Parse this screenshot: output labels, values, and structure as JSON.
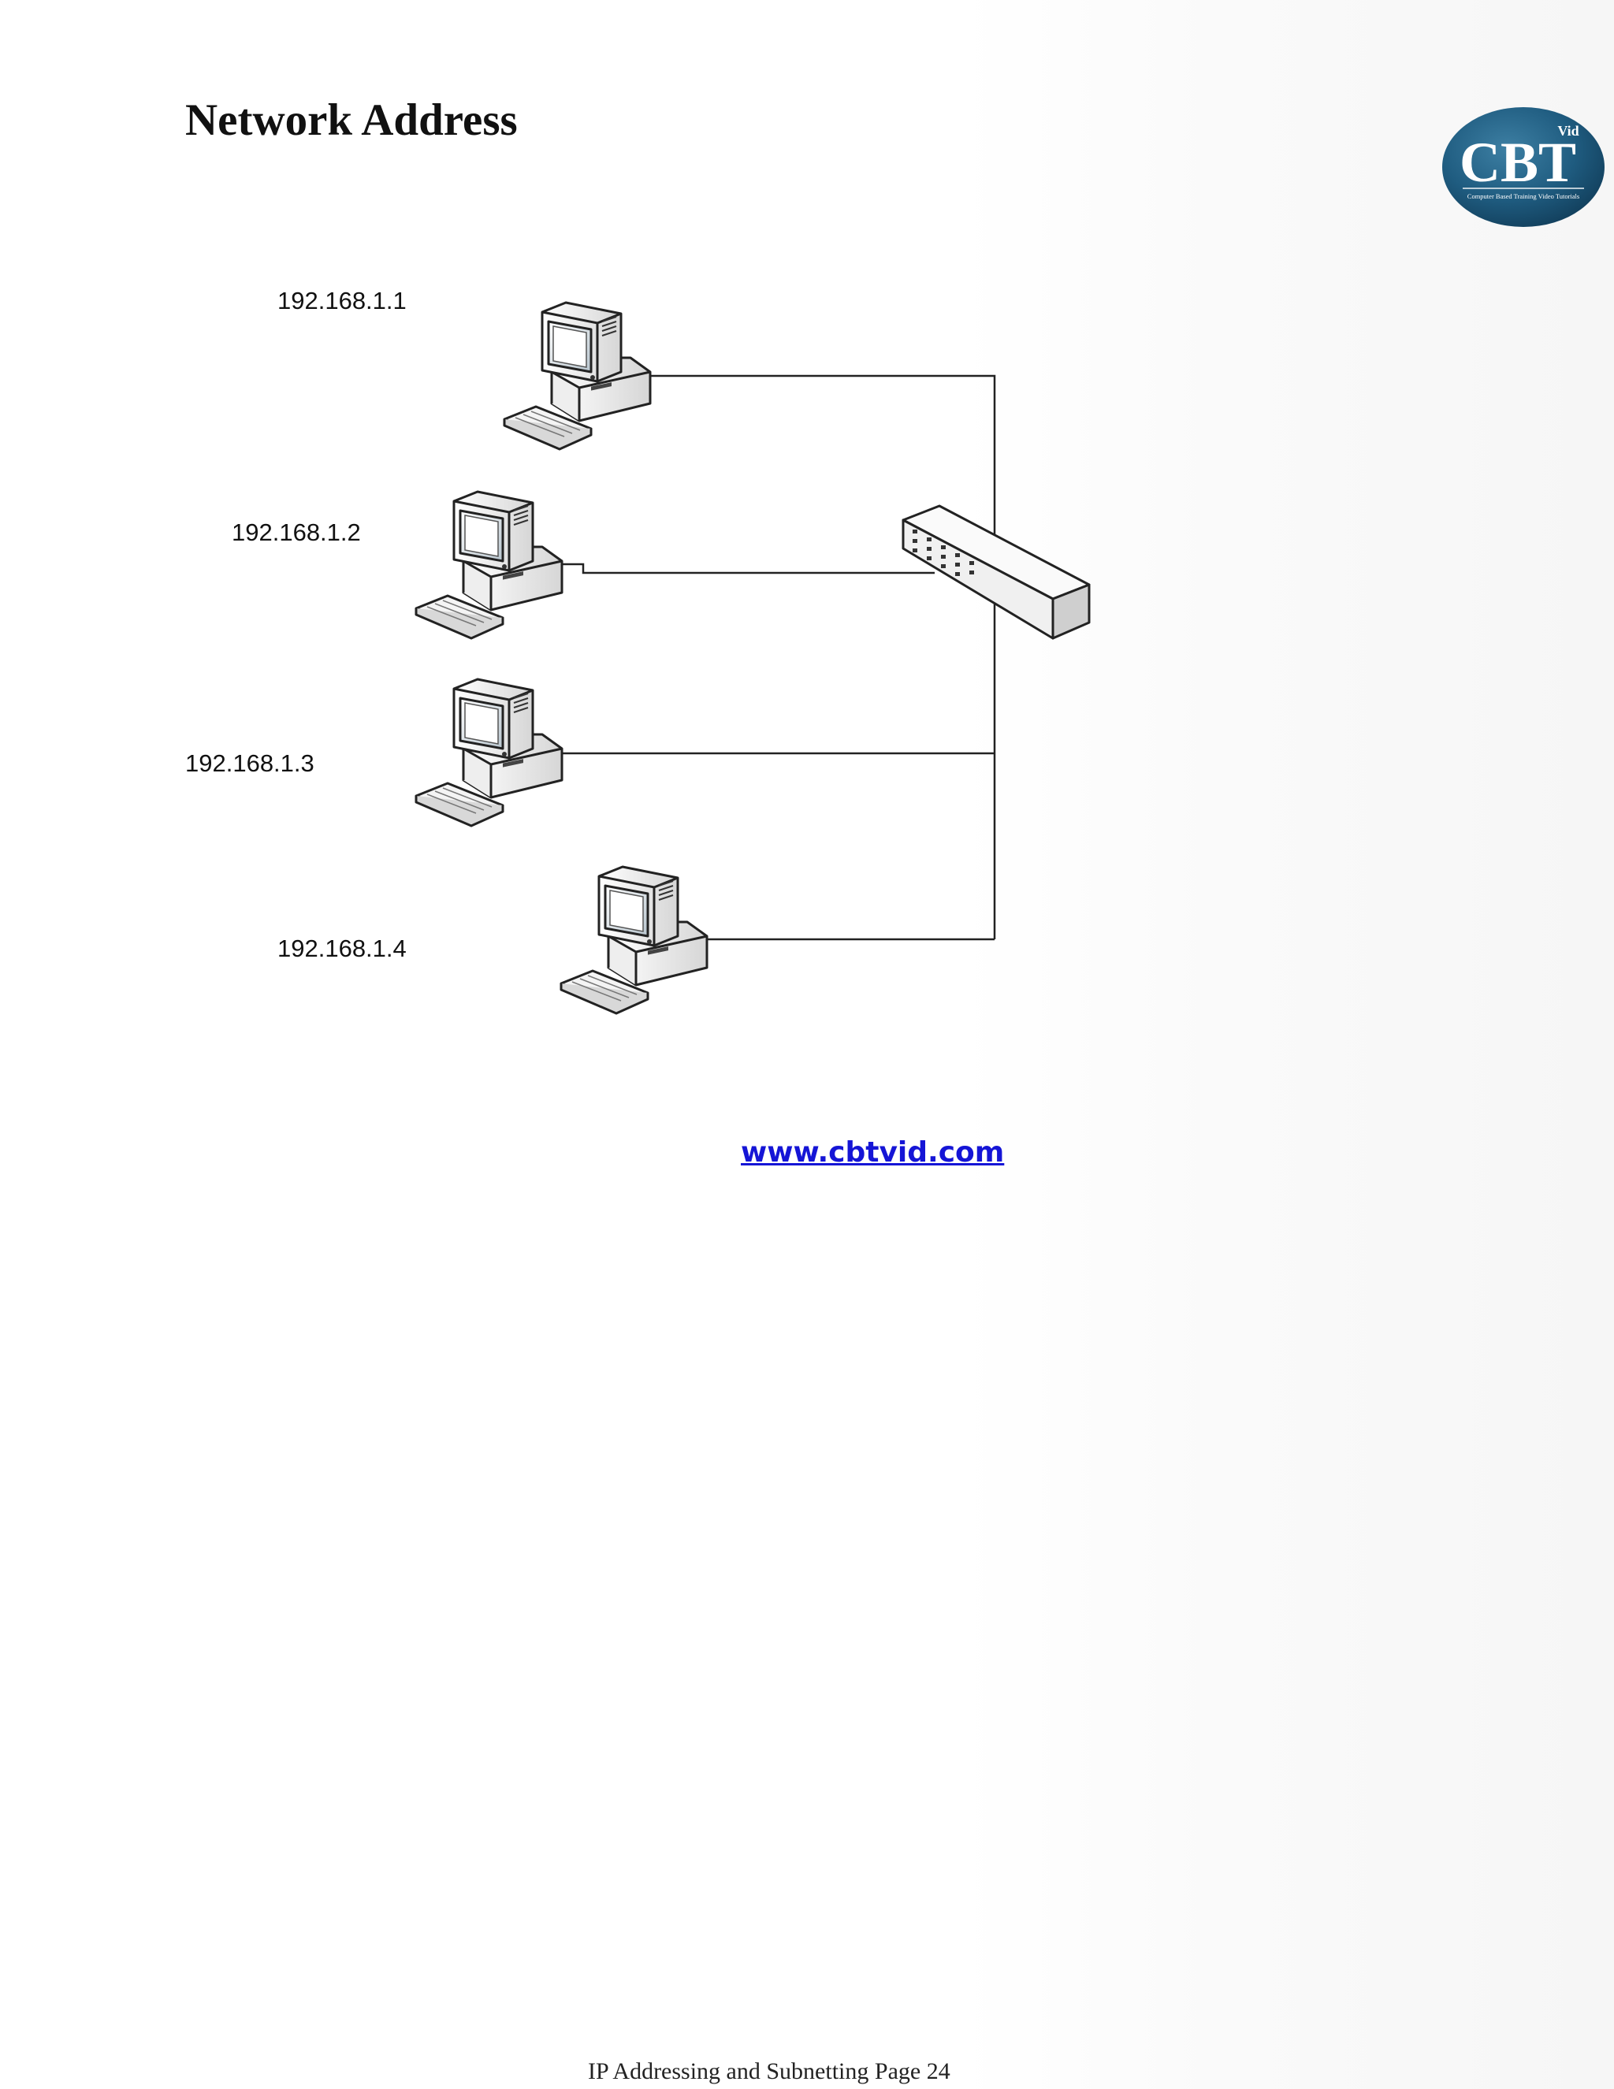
{
  "page": {
    "title": "Network Address",
    "logo": {
      "text": "CBT",
      "superscript": "Vid",
      "tagline": "Computer Based Training Video Tutorials"
    },
    "url": "www.cbtvid.com",
    "footer": "IP Addressing and Subnetting Page 24"
  },
  "diagram": {
    "hosts": [
      {
        "ip": "192.168.1.1"
      },
      {
        "ip": "192.168.1.2"
      },
      {
        "ip": "192.168.1.3"
      },
      {
        "ip": "192.168.1.4"
      }
    ],
    "switch_icon": "network-switch-icon",
    "host_icon": "desktop-computer-icon"
  }
}
